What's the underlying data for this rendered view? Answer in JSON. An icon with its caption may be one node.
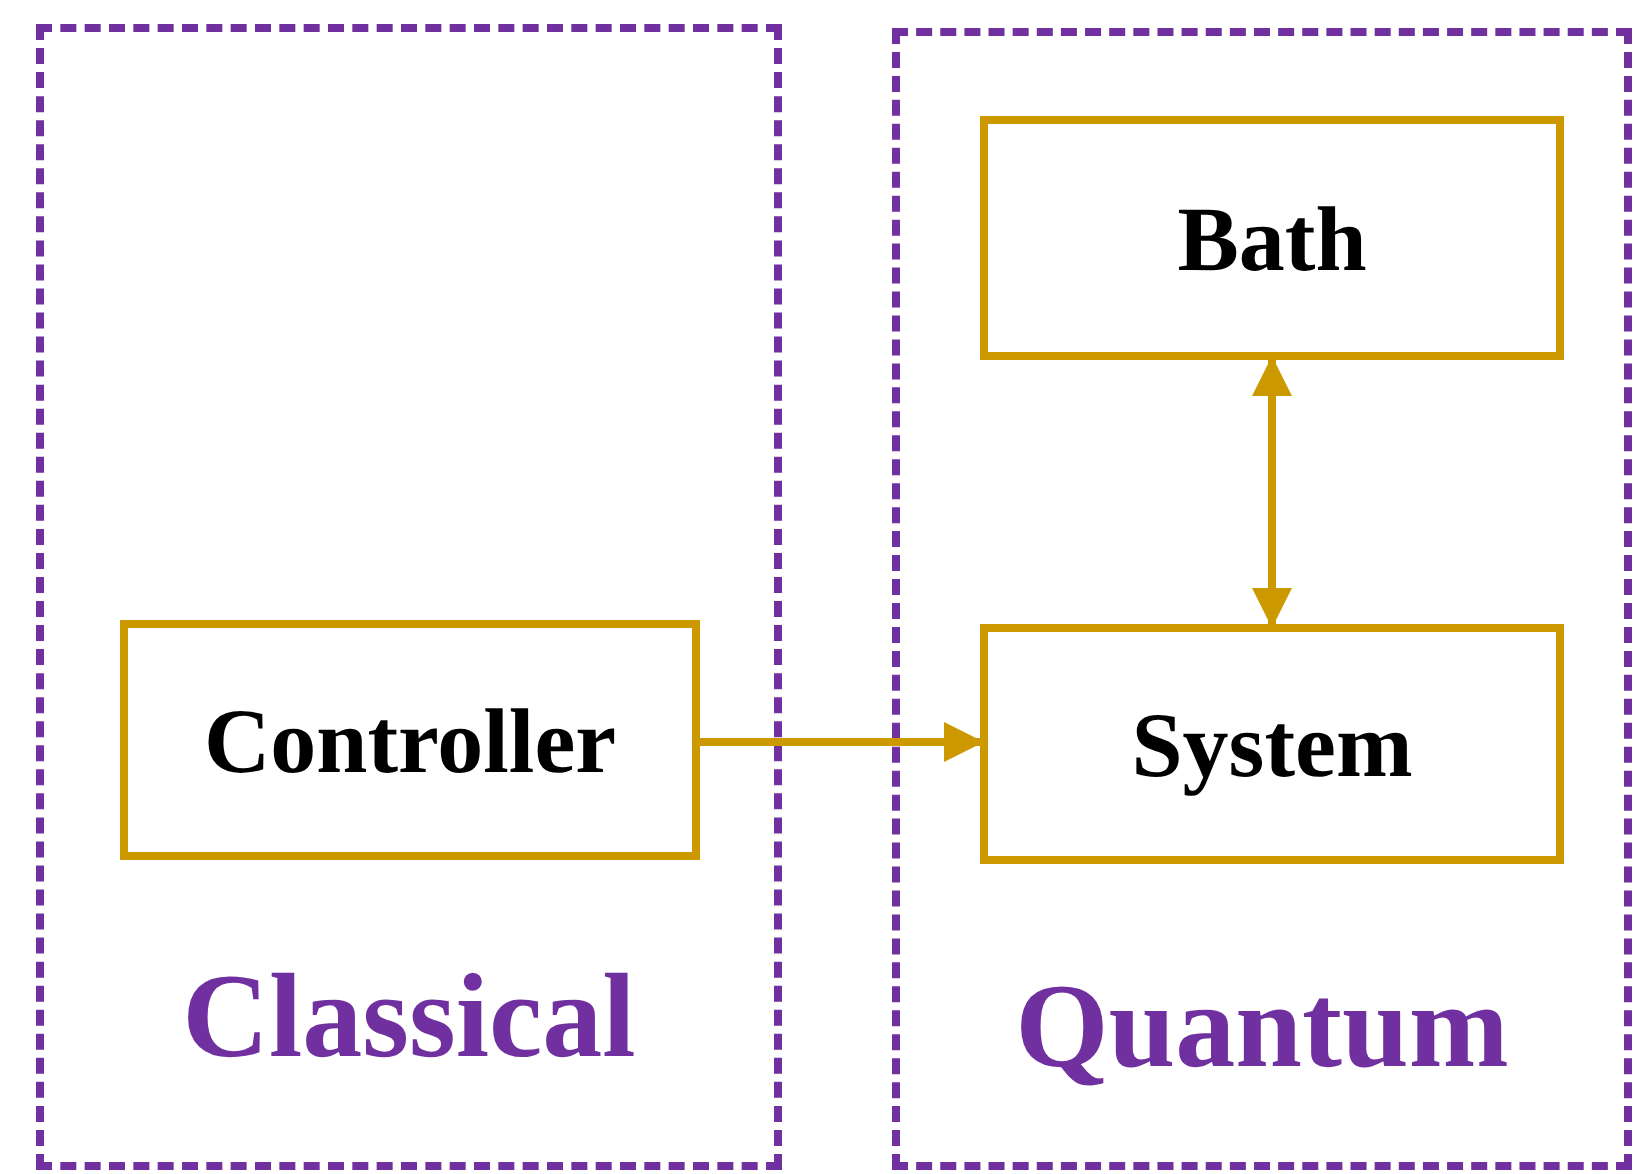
{
  "diagram": {
    "nodes": [
      {
        "text": [
          "Classical"
        ]
      },
      {
        "text": [
          "Controller"
        ],
        "in": 0
      },
      {
        "text": [
          "Quantum"
        ]
      },
      {
        "text": [
          "Bath"
        ],
        "in": 2
      },
      {
        "text": [
          "System"
        ],
        "in": 2
      }
    ],
    "edges": [
      {
        "from": 1,
        "to": 4,
        "arrow": "to"
      },
      {
        "from": 3,
        "to": 4,
        "arrow": "both"
      }
    ]
  }
}
